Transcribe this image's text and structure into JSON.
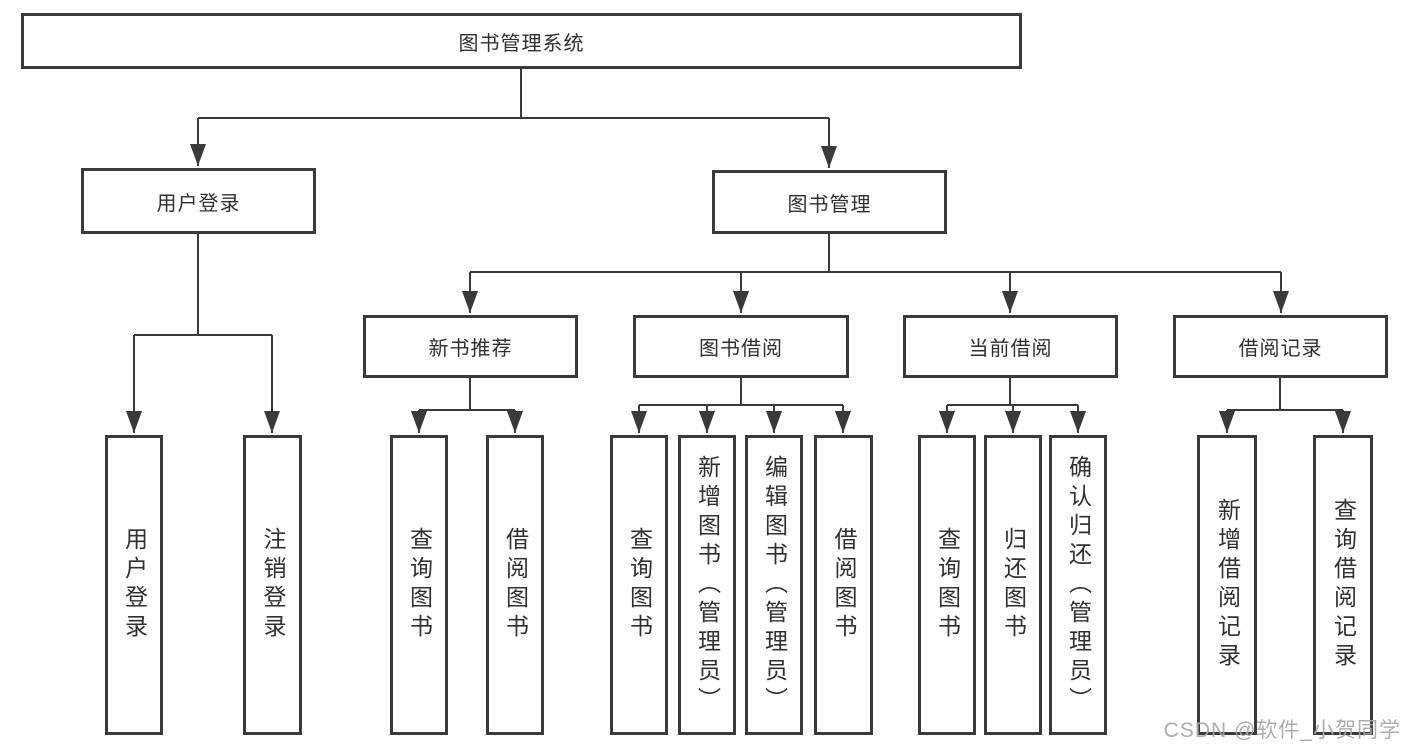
{
  "tree": {
    "root": {
      "label": "图书管理系统"
    },
    "user_login": {
      "label": "用户登录",
      "children": {
        "login": {
          "label": "用户登录"
        },
        "logout": {
          "label": "注销登录"
        }
      }
    },
    "book_mgmt": {
      "label": "图书管理",
      "new_books": {
        "label": "新书推荐",
        "children": {
          "query": {
            "label": "查询图书"
          },
          "borrow": {
            "label": "借阅图书"
          }
        }
      },
      "borrowing": {
        "label": "图书借阅",
        "children": {
          "query": {
            "label": "查询图书"
          },
          "add": {
            "label": "新增图书（管理员）"
          },
          "edit": {
            "label": "编辑图书（管理员）"
          },
          "borrow": {
            "label": "借阅图书"
          }
        }
      },
      "current": {
        "label": "当前借阅",
        "children": {
          "query": {
            "label": "查询图书"
          },
          "return": {
            "label": "归还图书"
          },
          "confirm": {
            "label": "确认归还（管理员）"
          }
        }
      },
      "records": {
        "label": "借阅记录",
        "children": {
          "add": {
            "label": "新增借阅记录"
          },
          "query": {
            "label": "查询借阅记录"
          }
        }
      }
    }
  },
  "watermark": "CSDN @软件_小贺同学",
  "colors": {
    "line": "#3a3a3a",
    "box_border": "#3a3a3a",
    "text": "#303030",
    "watermark": "#a8a8a8",
    "background": "#ffffff"
  }
}
